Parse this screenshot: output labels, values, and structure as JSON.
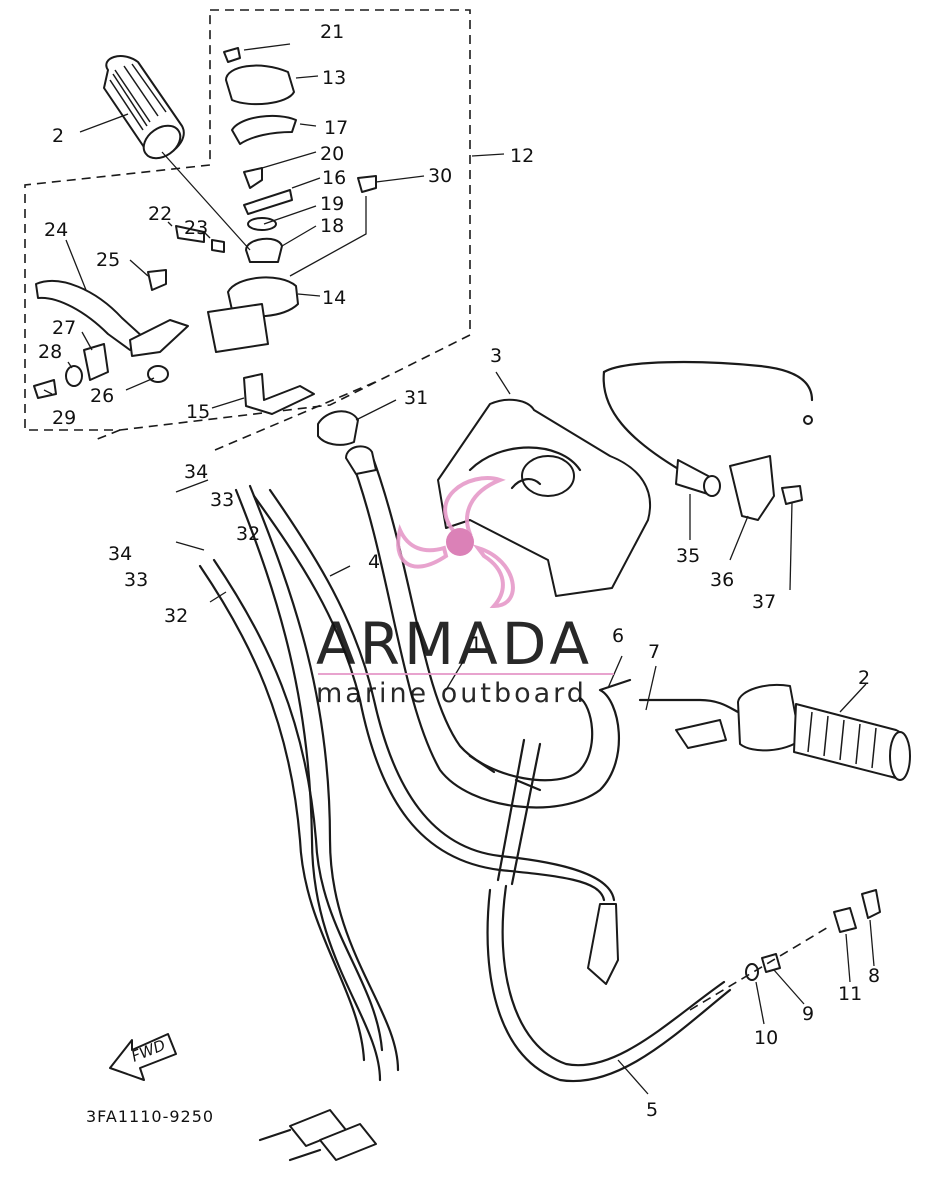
{
  "diagram": {
    "drawing_code": "3FA1110-9250",
    "direction_label": "FWD",
    "watermark": {
      "brand": "ARMADA",
      "tagline": "marine outboard",
      "color": "#e69ac9",
      "dark_color": "#d874b0"
    },
    "ink_color": "#1a1a1a",
    "callouts": [
      "1",
      "2",
      "2",
      "3",
      "4",
      "5",
      "6",
      "7",
      "8",
      "9",
      "10",
      "11",
      "12",
      "13",
      "14",
      "15",
      "16",
      "17",
      "18",
      "19",
      "20",
      "21",
      "22",
      "23",
      "24",
      "25",
      "26",
      "27",
      "28",
      "29",
      "30",
      "31",
      "32",
      "32",
      "33",
      "33",
      "34",
      "34",
      "35",
      "36",
      "37"
    ]
  }
}
